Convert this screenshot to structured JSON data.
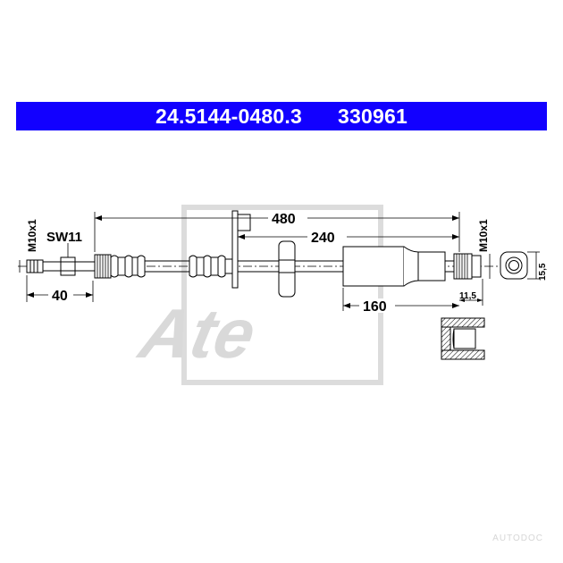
{
  "header": {
    "part_number": "24.5144-0480.3",
    "ref_number": "330961"
  },
  "dimensions": {
    "thread_left": "M10x1",
    "wrench_size": "SW11",
    "left_fitting_length": "40",
    "overall_length": "480",
    "bracket_length": "240",
    "sleeve_length": "160",
    "thread_right": "M10x1",
    "right_offset": "11,5",
    "end_diameter": "15,5"
  },
  "watermark": {
    "brand": "Ate"
  },
  "footer": {
    "source_mark": "AUTODOC"
  },
  "colors": {
    "title_background": "#1200ff",
    "title_text": "#ffffff",
    "line": "#000000",
    "watermark": "#d9d9d9"
  }
}
